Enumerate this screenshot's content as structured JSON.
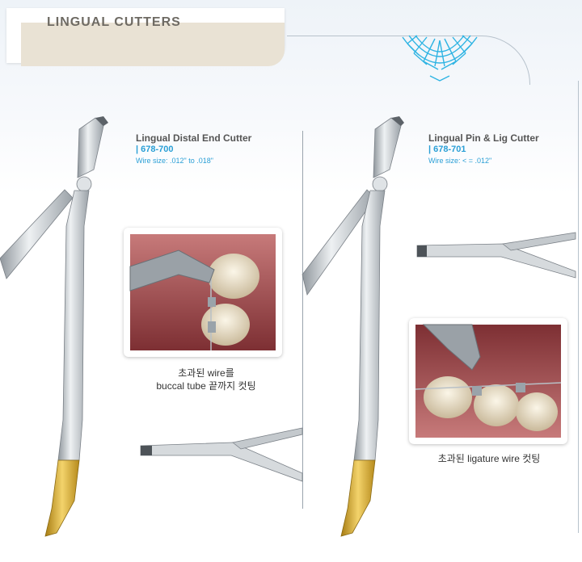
{
  "header": {
    "title": "LINGUAL CUTTERS"
  },
  "products": [
    {
      "name": "Lingual Distal End Cutter",
      "code": "| 678-700",
      "wire_size": "Wire size: .012\" to .018\"",
      "caption_line1": "초과된 wire를",
      "caption_line2": "buccal tube 끝까지 컷팅"
    },
    {
      "name": "Lingual Pin & Lig Cutter",
      "code": "| 678-701",
      "wire_size": "Wire size: < = .012\"",
      "caption_line1": "초과된 ligature wire 컷팅"
    }
  ],
  "colors": {
    "accent": "#2a9fd6",
    "title_bg": "#e9e2d4",
    "gold_tip": "#d4a72c",
    "steel": "#c9ced3"
  }
}
